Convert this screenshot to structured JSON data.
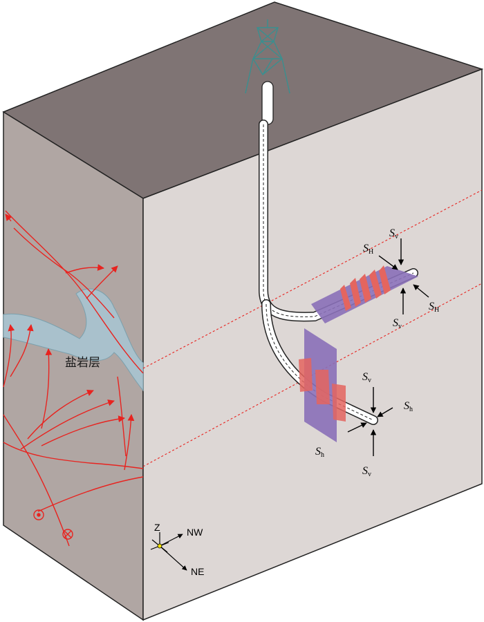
{
  "labels": {
    "salt_layer": "盐岩层",
    "stress_top": {
      "sv_top": {
        "main": "S",
        "sub": "v"
      },
      "sh_top": {
        "main": "S",
        "sub": "H"
      },
      "sh_right": {
        "main": "S",
        "sub": "H"
      },
      "sv_bottom": {
        "main": "S",
        "sub": "v"
      }
    },
    "stress_bottom": {
      "sv_top": {
        "main": "S",
        "sub": "v"
      },
      "sh_right": {
        "main": "S",
        "sub": "h"
      },
      "sh_left": {
        "main": "S",
        "sub": "h"
      },
      "sv_bottom": {
        "main": "S",
        "sub": "v"
      }
    }
  },
  "compass": {
    "up": "Z",
    "nw": "NW",
    "ne": "NE"
  },
  "colors": {
    "top_face": "#7f7474",
    "left_face": "#b0a6a3",
    "front_face": "#ddd7d5",
    "salt": "#a9c1cc",
    "fault": "#e8231f",
    "fracture_plane": "#8a70b8",
    "fracture_wing": "#e4655f",
    "derrick": "#3a8f8f"
  }
}
